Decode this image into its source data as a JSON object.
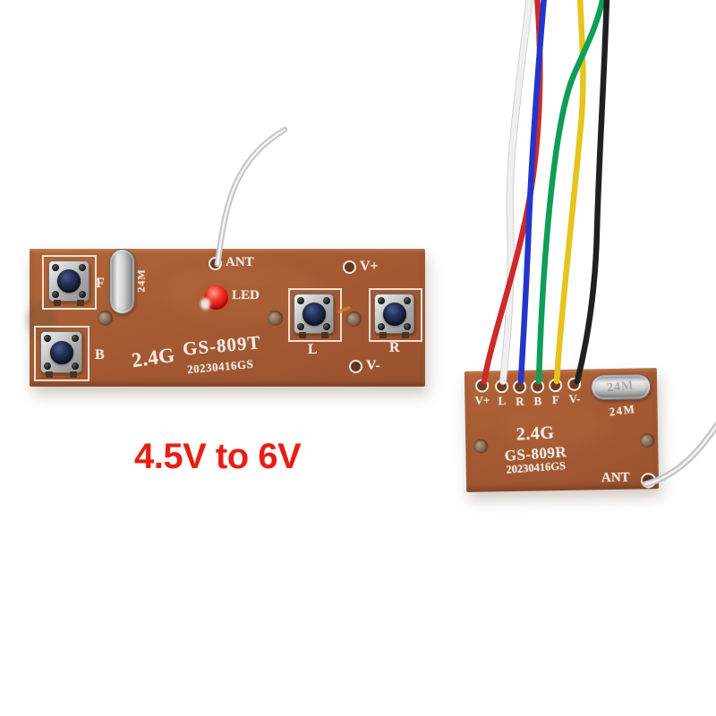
{
  "caption": {
    "text": "4.5V to 6V"
  },
  "colors": {
    "background": "#ffffff",
    "board": "#a55a33",
    "silkscreen": "#f3ece2",
    "caption_red": "#e81e14",
    "led_red": "#e02020"
  },
  "transmitter_board": {
    "model": "GS-809T",
    "frequency": "2.4G",
    "date_code": "20230416GS",
    "crystal_label": "24M",
    "buttons": {
      "forward": "F",
      "backward": "B",
      "left": "L",
      "right": "R"
    },
    "labels": {
      "antenna": "ANT",
      "led": "LED",
      "v_plus": "V+",
      "v_minus": "V-"
    }
  },
  "receiver_board": {
    "model": "GS-809R",
    "frequency": "2.4G",
    "date_code": "20230416GS",
    "crystal_label": "24M",
    "antenna_label": "ANT",
    "pads": [
      {
        "label": "V+",
        "wire": "red",
        "color": "#d02a28"
      },
      {
        "label": "L",
        "wire": "white",
        "color": "#efefef"
      },
      {
        "label": "R",
        "wire": "blue",
        "color": "#2436c9"
      },
      {
        "label": "B",
        "wire": "green",
        "color": "#0f9d58"
      },
      {
        "label": "F",
        "wire": "yellow",
        "color": "#e7c31b"
      },
      {
        "label": "V-",
        "wire": "black",
        "color": "#202022"
      }
    ]
  }
}
